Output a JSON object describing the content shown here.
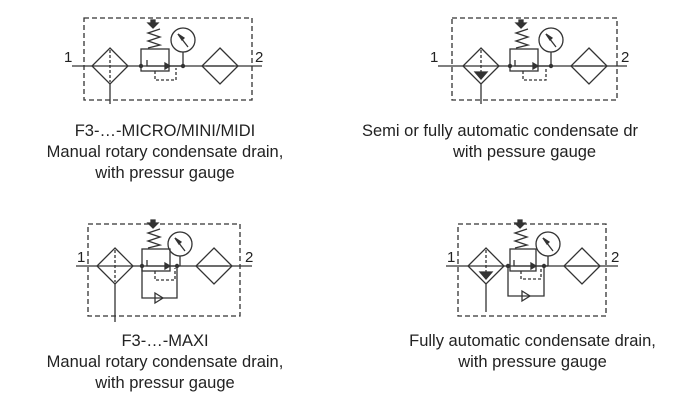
{
  "symbols": [
    {
      "port_in": "1",
      "port_out": "2",
      "caption": [
        "F3-…-MICRO/MINI/MIDI",
        "Manual rotary condensate drain,",
        "with pressur gauge"
      ]
    },
    {
      "port_in": "1",
      "port_out": "2",
      "caption": [
        "Semi or fully automatic condensate dr",
        "with pessure gauge"
      ]
    },
    {
      "port_in": "1",
      "port_out": "2",
      "caption": [
        "F3-…-MAXI",
        "Manual rotary condensate drain,",
        "with pressur gauge"
      ]
    },
    {
      "port_in": "1",
      "port_out": "2",
      "caption": [
        "Fully automatic condensate drain,",
        "with pressure gauge"
      ]
    }
  ]
}
